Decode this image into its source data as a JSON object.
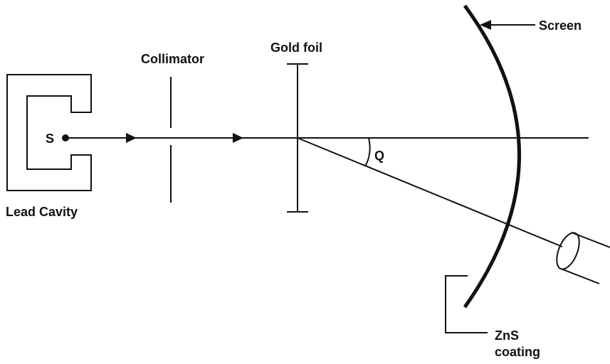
{
  "labels": {
    "source": "S",
    "lead_cavity": "Lead Cavity",
    "collimator": "Collimator",
    "gold_foil": "Gold foil",
    "angle": "Q",
    "screen": "Screen",
    "coating_line1": "ZnS",
    "coating_line2": "coating"
  },
  "colors": {
    "ink": "#111111",
    "background": "#ffffff"
  }
}
